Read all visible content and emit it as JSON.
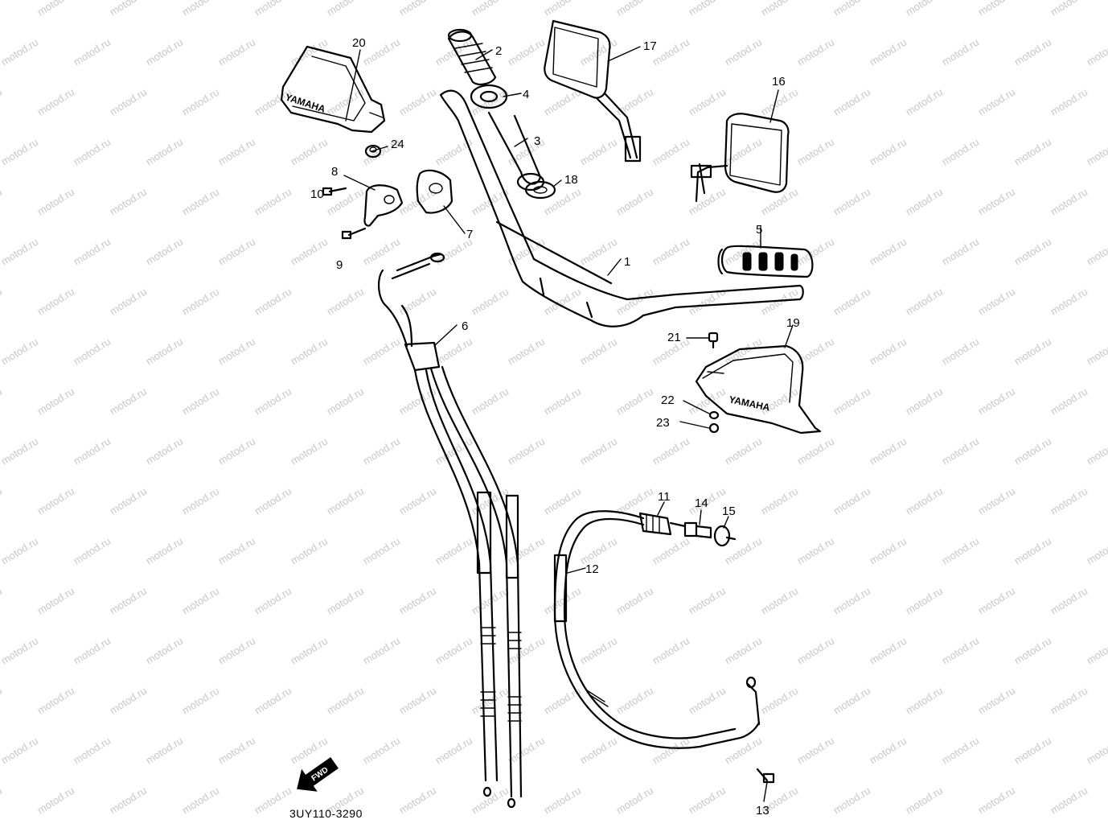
{
  "watermark": {
    "text": "motod.ru",
    "color": "#c8c8c8"
  },
  "diagram_code": "3UY110-3290",
  "forward_marker": "FWD",
  "brand_label": "YAMAHA",
  "parts": [
    {
      "num": "1"
    },
    {
      "num": "2"
    },
    {
      "num": "3"
    },
    {
      "num": "4"
    },
    {
      "num": "5"
    },
    {
      "num": "6"
    },
    {
      "num": "7"
    },
    {
      "num": "8"
    },
    {
      "num": "9"
    },
    {
      "num": "10"
    },
    {
      "num": "11"
    },
    {
      "num": "12"
    },
    {
      "num": "13"
    },
    {
      "num": "14"
    },
    {
      "num": "15"
    },
    {
      "num": "16"
    },
    {
      "num": "17"
    },
    {
      "num": "18"
    },
    {
      "num": "19"
    },
    {
      "num": "20"
    },
    {
      "num": "21"
    },
    {
      "num": "22"
    },
    {
      "num": "23"
    },
    {
      "num": "24"
    }
  ]
}
